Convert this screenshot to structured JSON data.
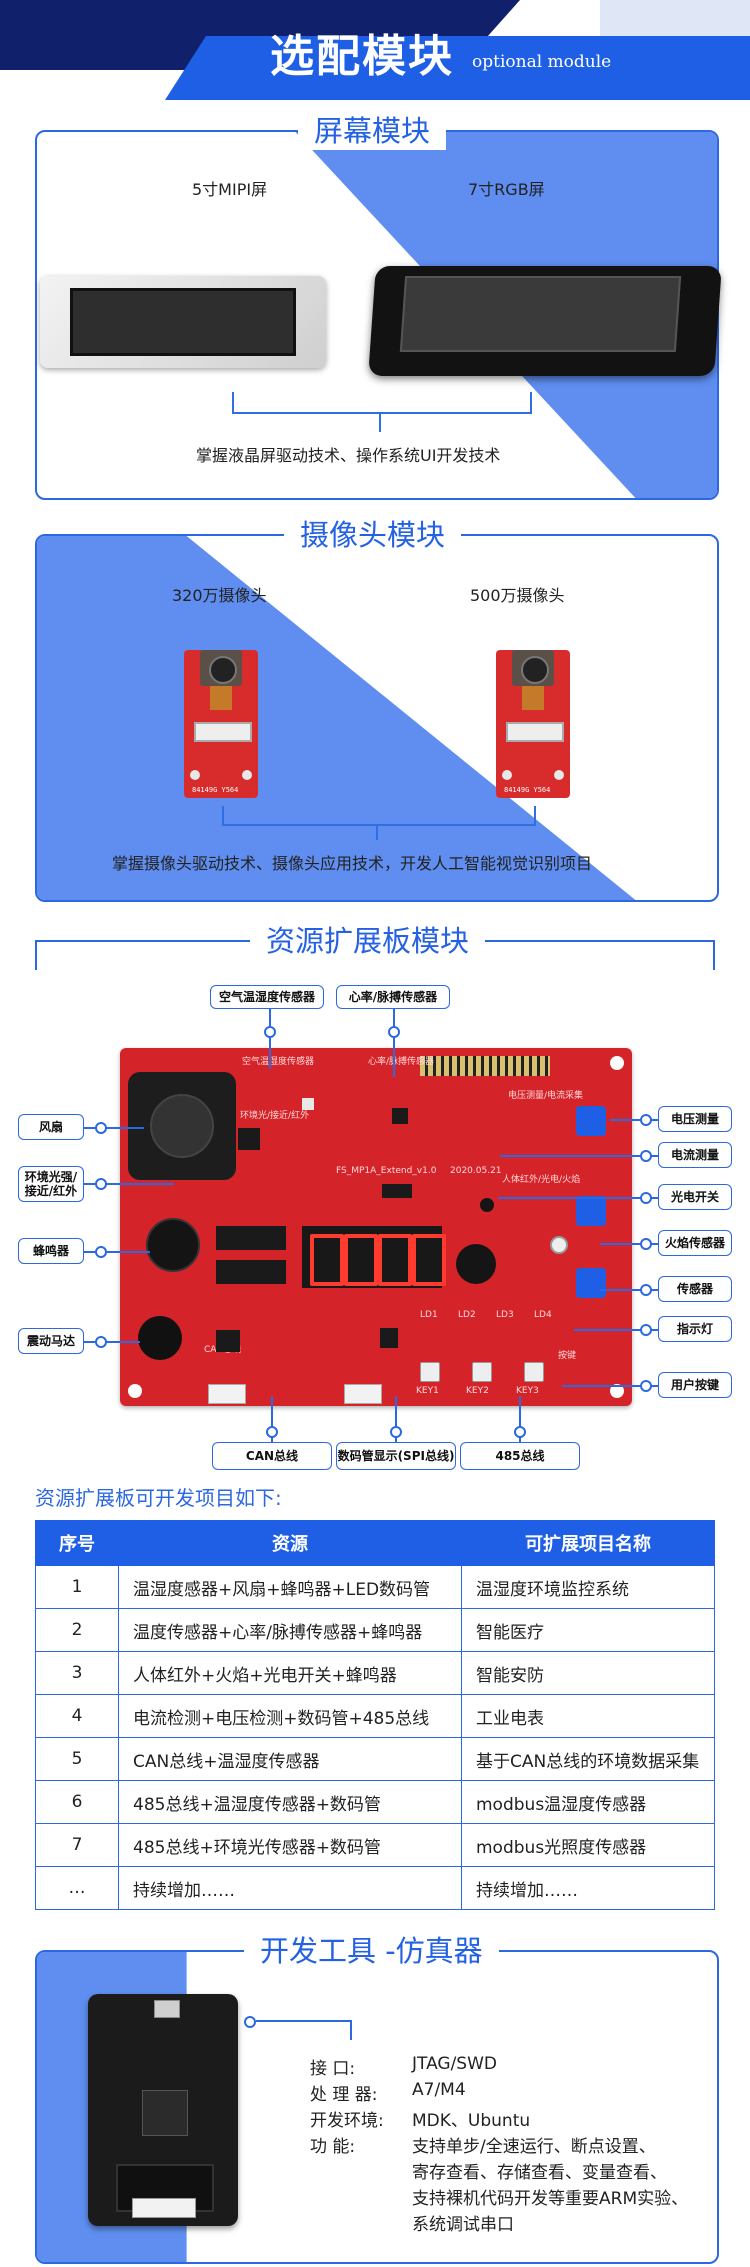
{
  "header": {
    "title": "选配模块",
    "subtitle": "optional module"
  },
  "screen_module": {
    "title": "屏幕模块",
    "items": [
      {
        "label": "5寸MIPI屏"
      },
      {
        "label": "7寸RGB屏"
      }
    ],
    "summary": "掌握液晶屏驱动技术、操作系统UI开发技术"
  },
  "camera_module": {
    "title": "摄像头模块",
    "items": [
      {
        "label": "320万摄像头",
        "board_text": "84149G Y564"
      },
      {
        "label": "500万摄像头",
        "board_text": "84149G Y564"
      }
    ],
    "summary": "掌握摄像头驱动技术、摄像头应用技术，开发人工智能视觉识别项目"
  },
  "expansion_board": {
    "title": "资源扩展板模块",
    "top_tags": [
      "空气温湿度传感器",
      "心率/脉搏传感器"
    ],
    "left_tags": [
      "风扇",
      "环境光强/\n接近/红外",
      "蜂鸣器",
      "震动马达"
    ],
    "right_tags": [
      "电压测量",
      "电流测量",
      "光电开关",
      "火焰传感器",
      "传感器",
      "指示灯",
      "用户按键"
    ],
    "bottom_tags": [
      "CAN总线",
      "数码管显示(SPI总线)",
      "485总线"
    ],
    "silk": [
      "空气温湿度传感器",
      "心率/脉搏传感器",
      "环境光/接近/红外",
      "电压测量/电流采集",
      "人体红外/光电/火焰",
      "CAN总线",
      "按键",
      "KEY1",
      "KEY2",
      "KEY3",
      "LD1",
      "LD2",
      "LD3",
      "LD4",
      "FS_MP1A_Extend_v1.0",
      "2020.05.21"
    ]
  },
  "projects": {
    "caption": "资源扩展板可开发项目如下:",
    "headers": [
      "序号",
      "资源",
      "可扩展项目名称"
    ],
    "rows": [
      [
        "1",
        "温湿度感器+风扇+蜂鸣器+LED数码管",
        "温湿度环境监控系统"
      ],
      [
        "2",
        "温度传感器+心率/脉搏传感器+蜂鸣器",
        "智能医疗"
      ],
      [
        "3",
        "人体红外+火焰+光电开关+蜂鸣器",
        "智能安防"
      ],
      [
        "4",
        "电流检测+电压检测+数码管+485总线",
        "工业电表"
      ],
      [
        "5",
        "CAN总线+温湿度传感器",
        "基于CAN总线的环境数据采集"
      ],
      [
        "6",
        "485总线+温湿度传感器+数码管",
        "modbus温湿度传感器"
      ],
      [
        "7",
        "485总线+环境光传感器+数码管",
        "modbus光照度传感器"
      ],
      [
        "…",
        "持续增加……",
        "持续增加……"
      ]
    ]
  },
  "emulator": {
    "title": "开发工具 -仿真器",
    "specs": [
      {
        "key": "接      口:",
        "value": "JTAG/SWD"
      },
      {
        "key": "处  理  器:",
        "value": "A7/M4"
      },
      {
        "key": "开发环境:",
        "value": "MDK、Ubuntu"
      },
      {
        "key": "功      能:",
        "value": "支持单步/全速运行、断点设置、"
      }
    ],
    "function_more": [
      "寄存查看、存储查看、变量查看、",
      "支持裸机代码开发等重要ARM实验、",
      "系统调试串口"
    ]
  }
}
